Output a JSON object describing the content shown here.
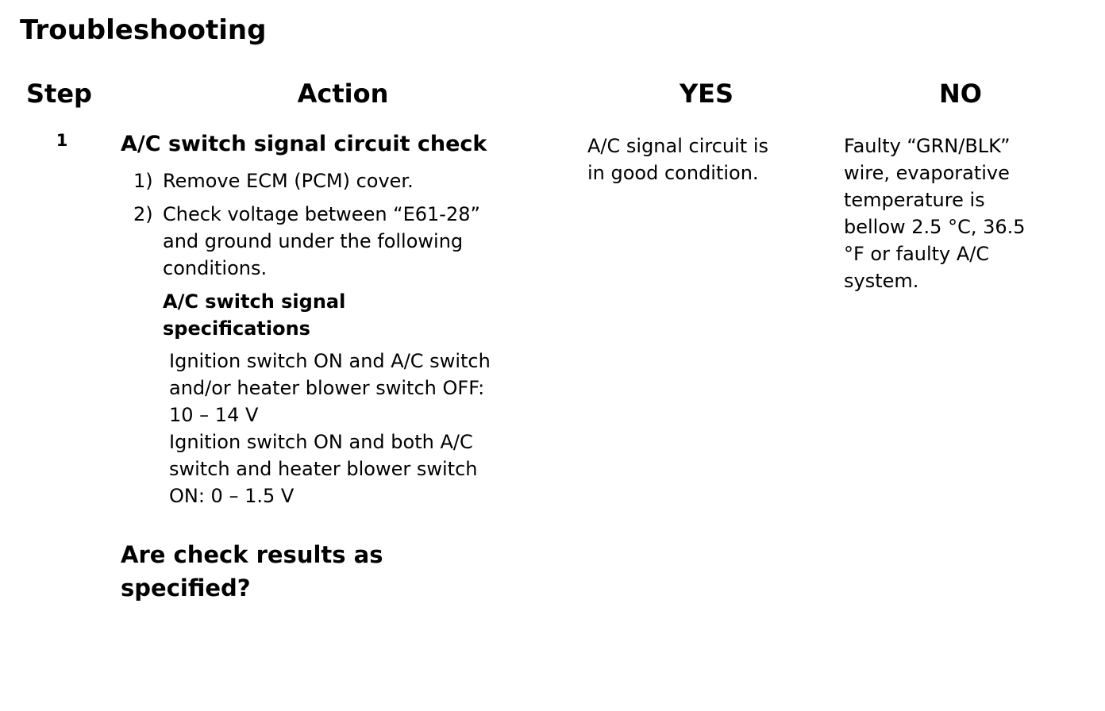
{
  "page": {
    "title": "Troubleshooting",
    "background_color": "#ffffff",
    "text_color": "#000000"
  },
  "table": {
    "headers": {
      "step": "Step",
      "action": "Action",
      "yes": "YES",
      "no": "NO"
    },
    "rows": [
      {
        "step": "1",
        "action": {
          "heading": "A/C switch signal circuit check",
          "items": [
            {
              "num": "1)",
              "text": "Remove ECM (PCM) cover."
            },
            {
              "num": "2)",
              "text": "Check voltage between “E61-28”\nand ground under the following\nconditions."
            }
          ],
          "spec_heading": "A/C switch signal\nspecifications",
          "spec_text": "Ignition switch ON and A/C switch\nand/or heater blower switch OFF:\n10 – 14 V\nIgnition switch ON and both A/C\nswitch and heater blower switch\nON: 0 – 1.5 V",
          "question": "Are check results as\nspecified?"
        },
        "yes": "A/C signal circuit is\nin good condition.",
        "no": "Faulty “GRN/BLK”\nwire, evaporative\ntemperature is\nbellow 2.5 °C, 36.5\n°F or faulty A/C\nsystem."
      }
    ]
  }
}
